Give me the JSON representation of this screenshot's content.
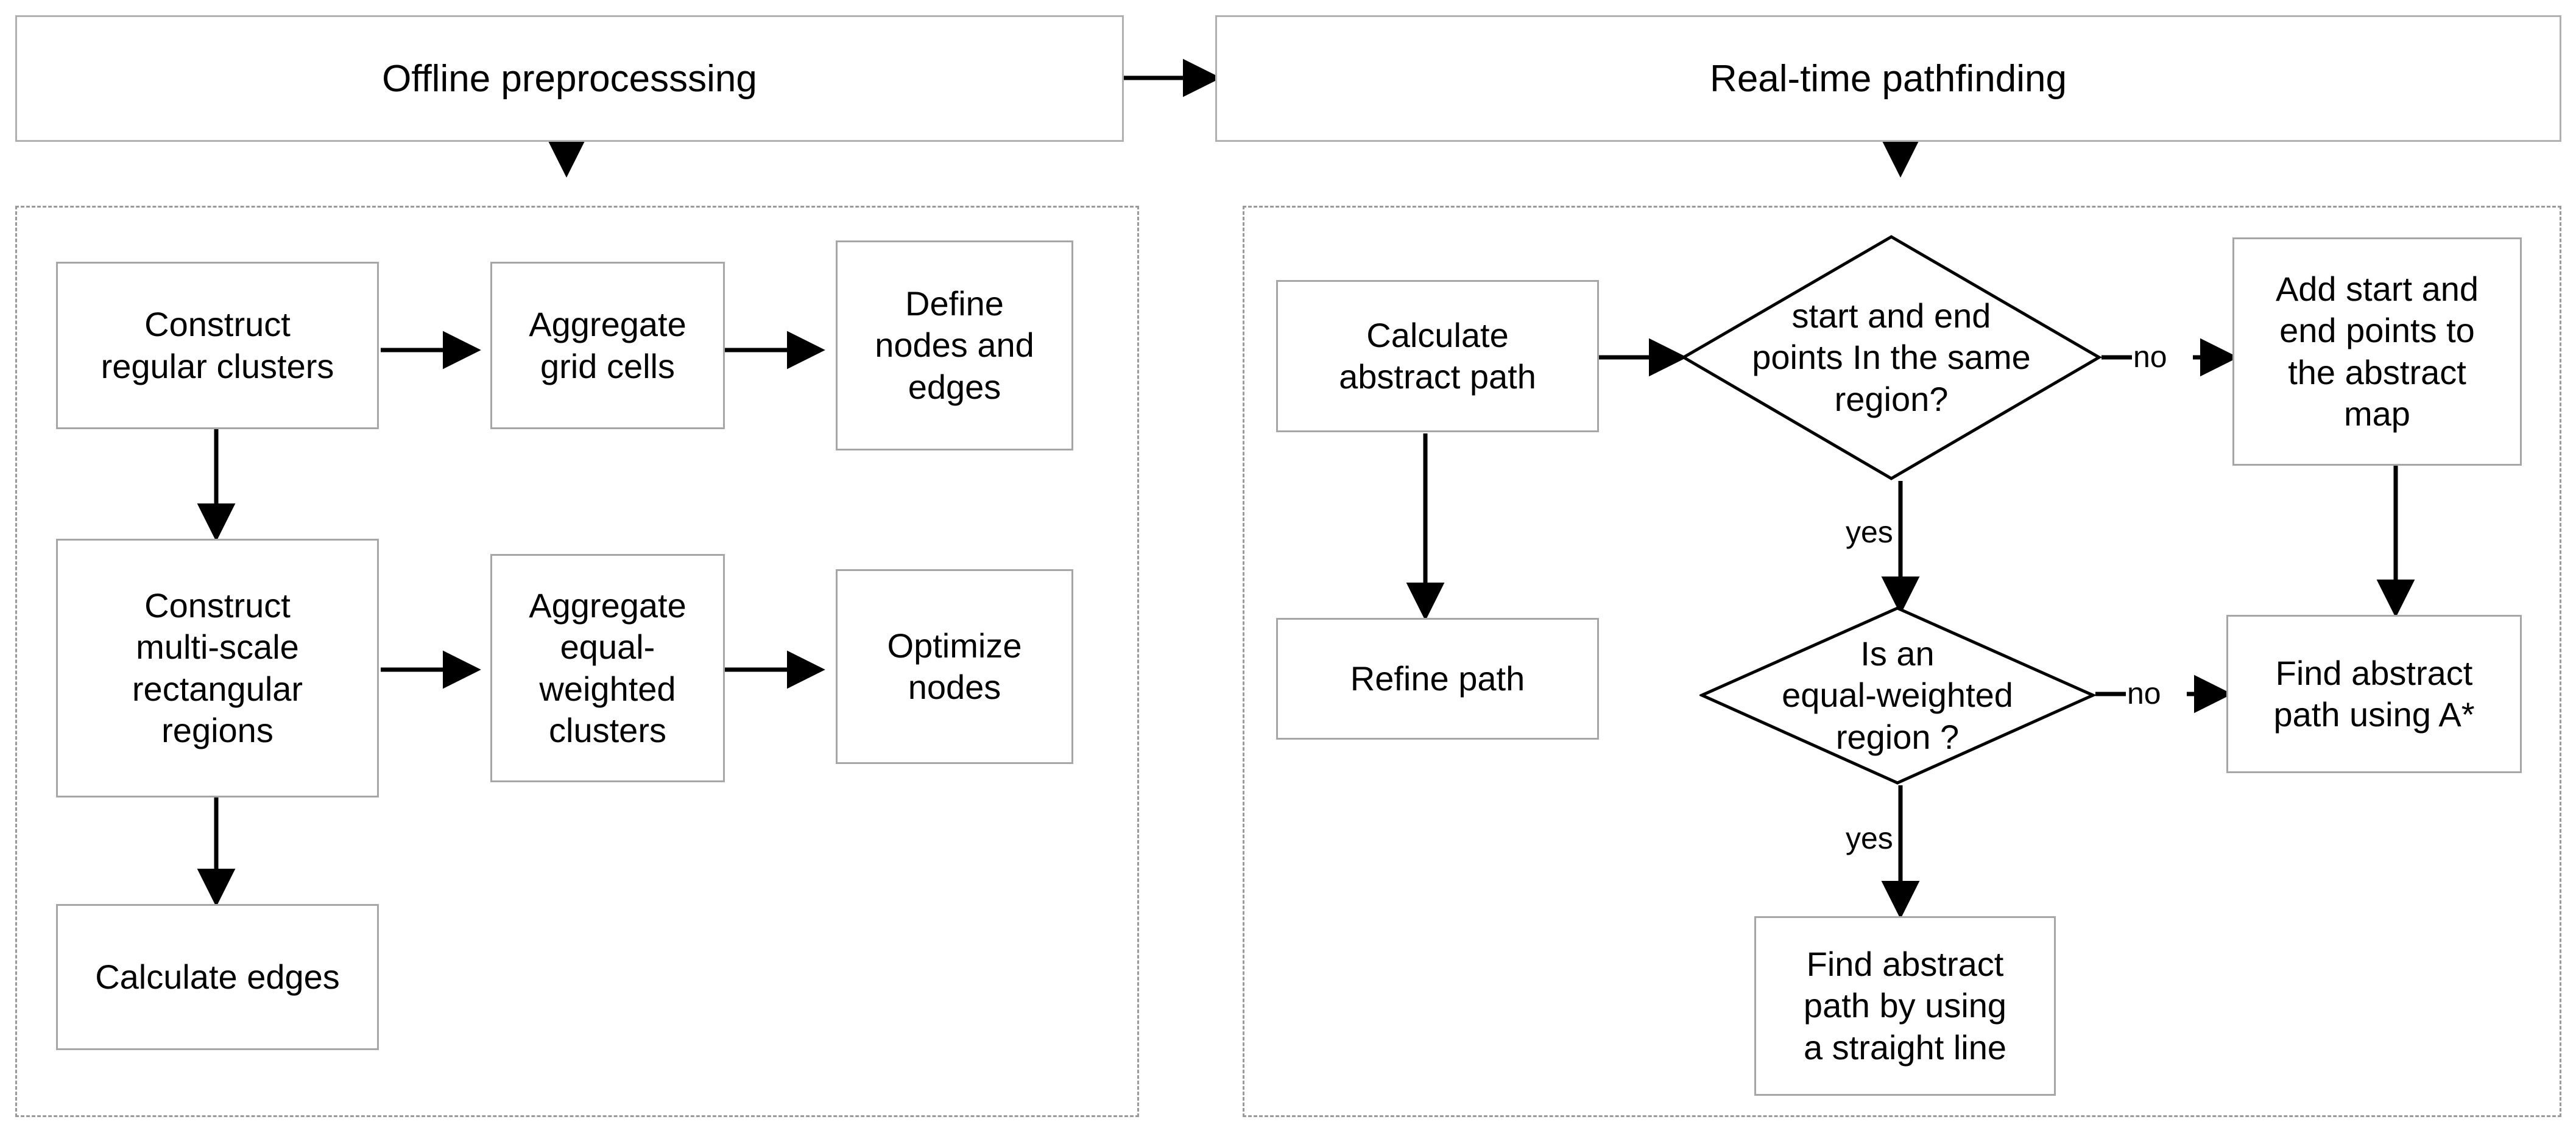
{
  "headers": [
    {
      "id": "offline",
      "label": "Offline preprocesssing"
    },
    {
      "id": "realtime",
      "label": "Real-time pathfinding"
    }
  ],
  "panels": [
    {
      "id": "offline-panel",
      "name": "offline-preprocessing-panel"
    },
    {
      "id": "realtime-panel",
      "name": "real-time-pathfinding-panel"
    }
  ],
  "offline_nodes": [
    {
      "id": "construct-regular-clusters",
      "label": "Construct\nregular clusters"
    },
    {
      "id": "aggregate-grid-cells",
      "label": "Aggregate\ngrid cells"
    },
    {
      "id": "define-nodes-and-edges",
      "label": "Define\nnodes and\nedges"
    },
    {
      "id": "construct-multi-scale-rectangular-regions",
      "label": "Construct\nmulti-scale\nrectangular\nregions"
    },
    {
      "id": "aggregate-equal-weighted-clusters",
      "label": "Aggregate\nequal-\nweighted\nclusters"
    },
    {
      "id": "optimize-nodes",
      "label": "Optimize\nnodes"
    },
    {
      "id": "calculate-edges",
      "label": "Calculate edges"
    }
  ],
  "realtime_nodes": [
    {
      "id": "calculate-abstract-path",
      "label": "Calculate\nabstract path"
    },
    {
      "id": "refine-path",
      "label": "Refine path"
    },
    {
      "id": "add-start-and-end-points",
      "label": "Add start and\nend points to\nthe abstract\nmap"
    },
    {
      "id": "find-abstract-path-astar",
      "label": "Find abstract\npath using A*"
    },
    {
      "id": "find-abstract-path-straight-line",
      "label": "Find abstract\npath by using\na straight line"
    }
  ],
  "decisions": [
    {
      "id": "same-region-decision",
      "label": "start and end\npoints In the same\nregion?"
    },
    {
      "id": "equal-weighted-decision",
      "label": "Is an\nequal-weighted\nregion ?"
    }
  ],
  "edge_labels": [
    {
      "id": "same-region-no",
      "text": "no"
    },
    {
      "id": "same-region-yes",
      "text": "yes"
    },
    {
      "id": "equal-weighted-no",
      "text": "no"
    },
    {
      "id": "equal-weighted-yes",
      "text": "yes"
    }
  ],
  "colors": {
    "node_border": "#a6a6a6",
    "panel_border": "#9a9a9a",
    "connector": "#000000",
    "text": "#000000",
    "background": "#ffffff"
  }
}
